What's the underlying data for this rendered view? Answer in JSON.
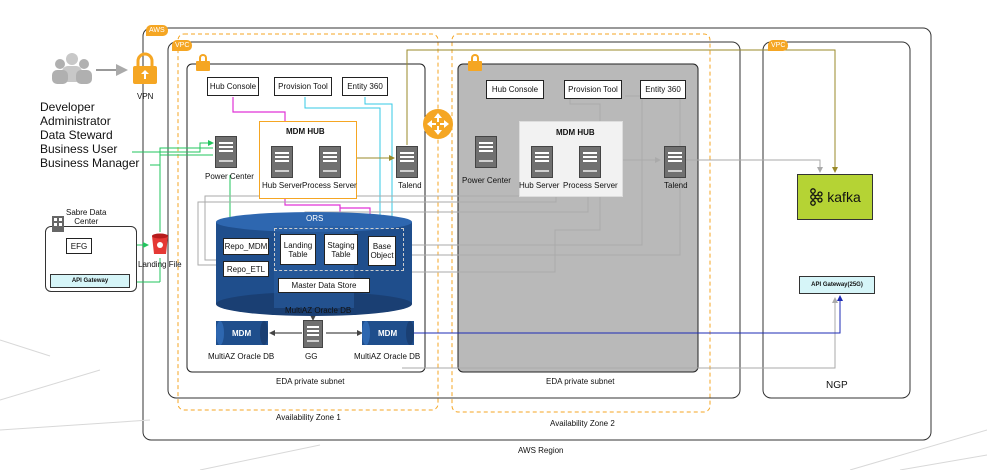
{
  "aws_tag": "AWS",
  "vpc_tag_left": "VPC",
  "vpc_tag_right": "VPC",
  "vpn_label": "VPN",
  "users": [
    "Developer",
    "Administrator",
    "Data Steward",
    "Business User",
    "Business Manager"
  ],
  "sabre_dc": "Sabre Data\nCenter",
  "efg": "EFG",
  "api_gateway": "API Gateway",
  "landing_file": "Landing File",
  "zone1": {
    "hub_console": "Hub Console",
    "provision_tool": "Provision Tool",
    "entity_360": "Entity 360",
    "mdm_hub": "MDM HUB",
    "hub_server": "Hub Server",
    "process_server": "Process Server",
    "power_center": "Power Center",
    "talend": "Talend",
    "ors": "ORS",
    "repo_mdm": "Repo_MDM",
    "repo_etl": "Repo_ETL",
    "landing_table": "Landing\nTable",
    "staging_table": "Staging\nTable",
    "base_object": "Base\nObject",
    "master_data_store": "Master Data Store",
    "multiaz_db_center": "MultiAZ Oracle DB",
    "mdm_left": "MDM",
    "mdm_right": "MDM",
    "multiaz_db_left": "MultiAZ Oracle DB",
    "multiaz_db_right": "MultiAZ Oracle DB",
    "gg": "GG",
    "subnet": "EDA private subnet",
    "az": "Availability Zone 1"
  },
  "zone2": {
    "hub_console": "Hub Console",
    "provision_tool": "Provision Tool",
    "entity_360": "Entity 360",
    "mdm_hub": "MDM HUB",
    "hub_server": "Hub Server",
    "process_server": "Process Server",
    "power_center": "Power Center",
    "talend": "Talend",
    "subnet": "EDA private subnet",
    "az": "Availability Zone 2"
  },
  "kafka": "kafka",
  "api_gateway_25g": "API Gateway(25G)",
  "ngp": "NGP",
  "aws_region": "AWS Region",
  "colors": {
    "aws_orange": "#f5a623",
    "kafka_bg": "#b5d334",
    "ors_blue": "#1f4e8c",
    "gray_subnet": "#b9b9b9",
    "arrow_green": "#22c55e",
    "arrow_magenta": "#e033d6",
    "arrow_cyan": "#35c9e6",
    "arrow_navy": "#1d2bb5",
    "arrow_olive": "#9a8a2a"
  }
}
